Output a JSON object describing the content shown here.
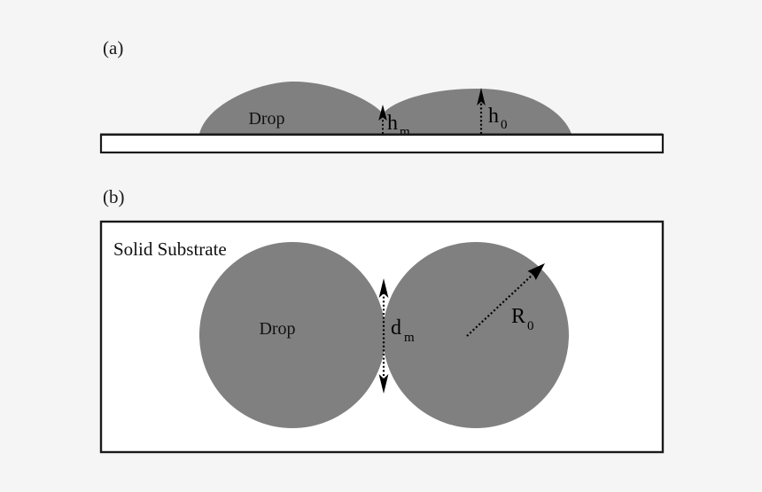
{
  "figure": {
    "background_color": "#f5f5f5",
    "drop_color": "#808080",
    "line_color": "#1a1a1a",
    "panel_a": {
      "label": "(a)",
      "drop_label": "Drop",
      "annotations": [
        {
          "symbol": "h",
          "subscript": "m",
          "meaning": "merged-neck-height"
        },
        {
          "symbol": "h",
          "subscript": "0",
          "meaning": "drop-apex-height"
        }
      ]
    },
    "panel_b": {
      "label": "(b)",
      "substrate_label": "Solid Substrate",
      "drop_label": "Drop",
      "annotations": [
        {
          "symbol": "d",
          "subscript": "m",
          "meaning": "neck-diameter"
        },
        {
          "symbol": "R",
          "subscript": "0",
          "meaning": "drop-radius"
        }
      ]
    }
  }
}
